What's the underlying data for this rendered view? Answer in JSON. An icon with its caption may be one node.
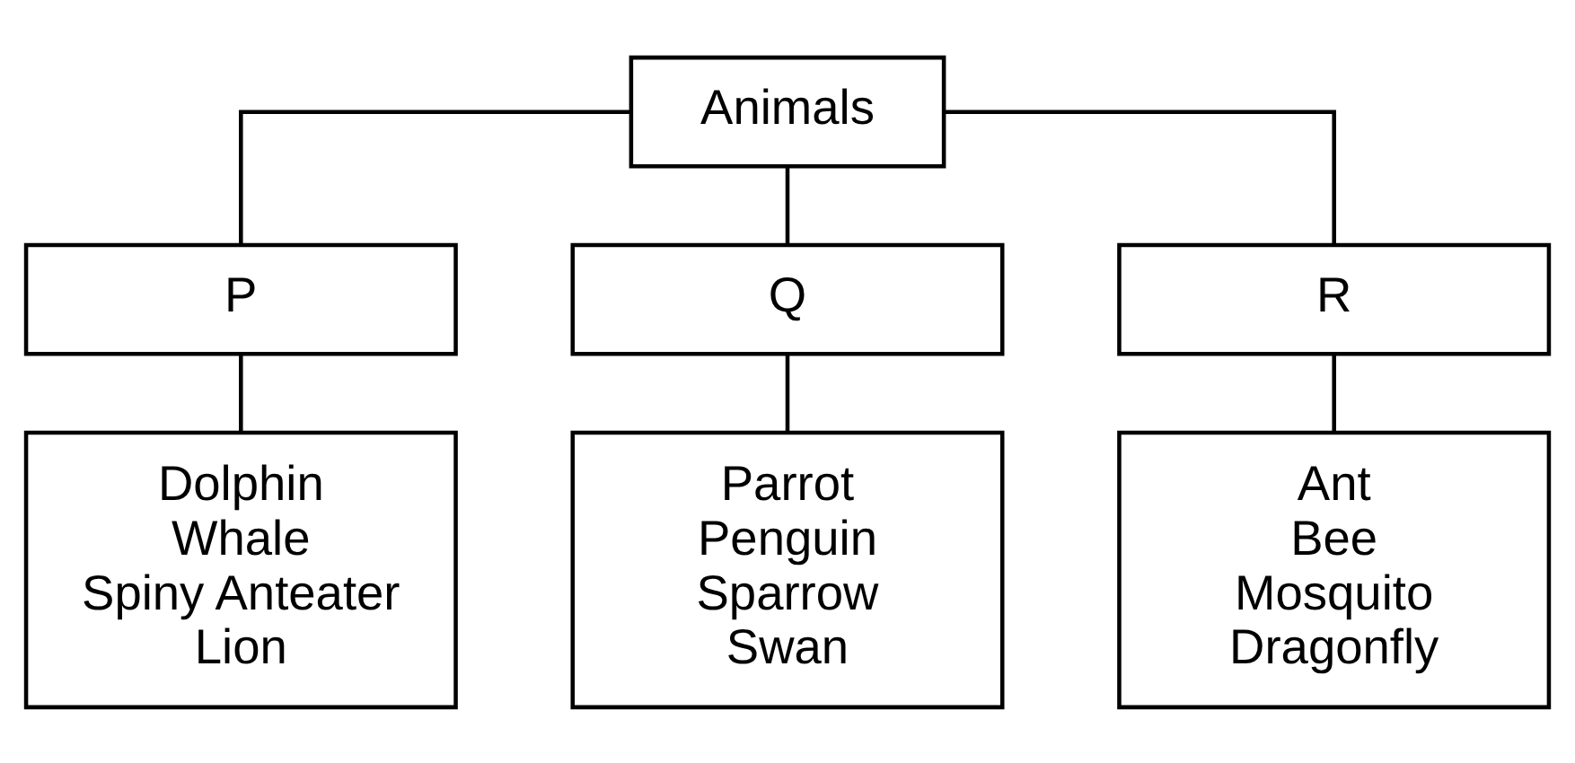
{
  "diagram": {
    "nodes": [
      {
        "text": [
          "Animals"
        ]
      },
      {
        "text": [
          "P"
        ]
      },
      {
        "text": [
          "Q"
        ]
      },
      {
        "text": [
          "R"
        ]
      },
      {
        "text": [
          "Dolphin",
          "Whale",
          "Spiny Anteater",
          "Lion"
        ]
      },
      {
        "text": [
          "Parrot",
          "Penguin",
          "Sparrow",
          "Swan"
        ]
      },
      {
        "text": [
          "Ant",
          "Bee",
          "Mosquito",
          "Dragonfly"
        ]
      }
    ],
    "edges": [
      {
        "from": 0,
        "to": 1,
        "arrow": "none"
      },
      {
        "from": 0,
        "to": 2,
        "arrow": "none"
      },
      {
        "from": 0,
        "to": 3,
        "arrow": "none"
      },
      {
        "from": 1,
        "to": 4,
        "arrow": "none"
      },
      {
        "from": 2,
        "to": 5,
        "arrow": "none"
      },
      {
        "from": 3,
        "to": 6,
        "arrow": "none"
      }
    ]
  }
}
